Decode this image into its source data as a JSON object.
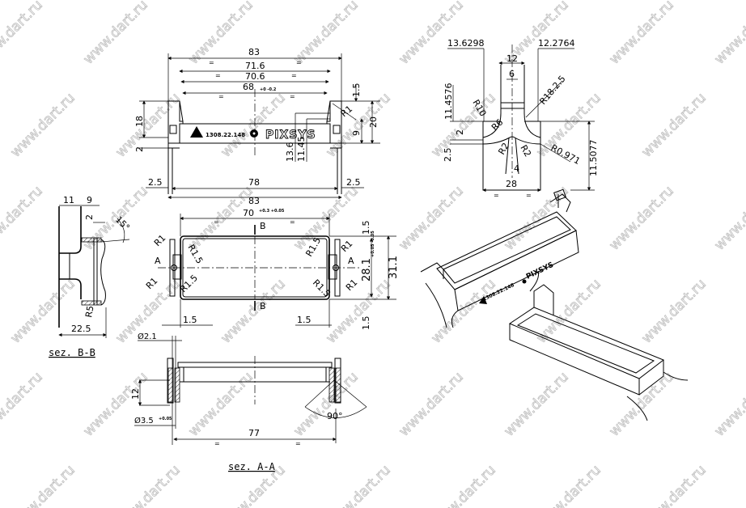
{
  "watermark": "www.dart.ru",
  "front_view": {
    "dims": {
      "overall_top": "83",
      "rim": "71.6",
      "inner_top": "70.6",
      "inner_bottom": "68",
      "inner_bottom_tol": "+0 -0.2",
      "height_left": "18",
      "foot": "2",
      "margin_left": "2.5",
      "base": "78",
      "overall_bottom": "83",
      "margin_right": "2.5",
      "top_step": "1.5",
      "height_right": "20",
      "band": "9",
      "h1": "13.6",
      "h2": "11.45",
      "radius": "R1",
      "equal": "="
    },
    "part_number": "1308.22.148",
    "brand": "PIXSYS"
  },
  "plan_view": {
    "dims": {
      "length": "70",
      "length_tol": "+0.3 +0.05",
      "width_inner": "28.1",
      "width_inner_tol": "+0.05 -0.05",
      "width_outer": "31.1",
      "edge_top": "1.5",
      "edge_bottom": "1.5",
      "edge_left": "1.5",
      "edge_right": "1.5",
      "r_ear": "R1",
      "r_corner": "R1.5",
      "section_a": "A",
      "section_b": "B",
      "equal": "="
    }
  },
  "section_bb": {
    "title": "sez. B-B",
    "dims": {
      "d1": "11",
      "d2": "9",
      "d3": "2",
      "angle": "15°",
      "radius": "R5",
      "total": "22.5"
    }
  },
  "section_aa": {
    "title": "sez. A-A",
    "dims": {
      "hole_small": "Ø2.1",
      "height": "12",
      "hole_large": "Ø3.5",
      "hole_large_tol": "+0.05",
      "length": "77",
      "angle": "90°",
      "equal": "="
    }
  },
  "side_view": {
    "dims": {
      "left_offset": "13.6298",
      "right_offset": "12.2764",
      "top_width": "12",
      "stem": "6",
      "h_left": "11.4576",
      "r10": "R10",
      "r6": "R6",
      "r182": "R18.2.5",
      "step": "2",
      "foot": "2.5",
      "r2a": "R2",
      "r2b": "R2",
      "tip": "4",
      "r0971": "R0.971",
      "h_right": "11.5077",
      "base": "28",
      "equal": "="
    }
  },
  "iso_view": {
    "part_number": "1308.22.148",
    "brand": "PIXSYS"
  }
}
